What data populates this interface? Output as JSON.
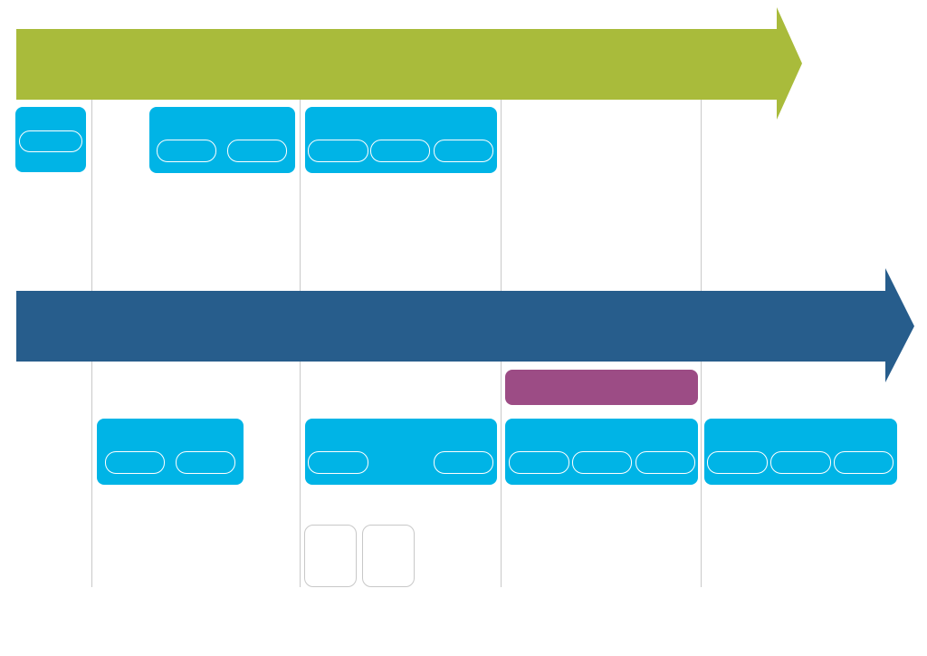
{
  "colors": {
    "top_arrow": "#a9bb3b",
    "bottom_arrow": "#275d8c",
    "cyan_box": "#00b4e6",
    "purple_bar": "#9c4c85",
    "divider": "#c9c9c9",
    "card_border": "#c8c8c8"
  },
  "diagram": {
    "top_row_groups": [
      {
        "pill_count": 1
      },
      {
        "pill_count": 2
      },
      {
        "pill_count": 3
      }
    ],
    "bottom_row_groups": [
      {
        "pill_count": 2
      },
      {
        "pill_count": 2
      },
      {
        "pill_count": 3
      },
      {
        "pill_count": 3
      }
    ],
    "highlight_bar_count": 1,
    "empty_card_count": 2,
    "column_divider_count": 4
  }
}
